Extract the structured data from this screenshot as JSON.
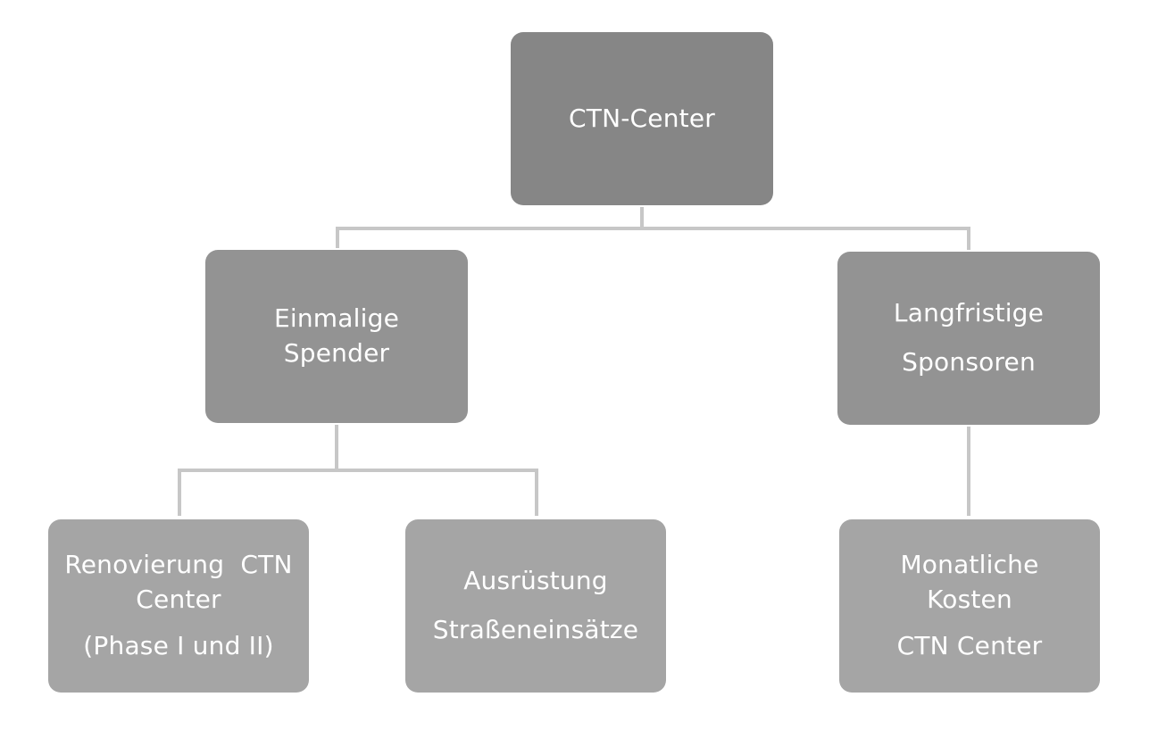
{
  "diagram": {
    "colors": {
      "level1": "#868686",
      "level2": "#939393",
      "level3": "#a5a5a5",
      "connector": "#c7c7c7",
      "text": "#ffffff"
    },
    "nodes": {
      "root": {
        "lines": [
          "CTN-Center"
        ]
      },
      "einmalig": {
        "lines": [
          "Einmalige",
          "Spender"
        ]
      },
      "langfristig": {
        "lines": [
          "Langfristige",
          "Sponsoren"
        ]
      },
      "renovierung": {
        "lines": [
          "Renovierung  CTN",
          "Center",
          "(Phase I und II)"
        ]
      },
      "ausruestung": {
        "lines": [
          "Ausrüstung",
          "Straßeneinsätze"
        ]
      },
      "kosten": {
        "lines": [
          "Monatliche",
          "Kosten",
          "CTN Center"
        ]
      }
    },
    "edges": [
      [
        "root",
        "einmalig"
      ],
      [
        "root",
        "langfristig"
      ],
      [
        "einmalig",
        "renovierung"
      ],
      [
        "einmalig",
        "ausruestung"
      ],
      [
        "langfristig",
        "kosten"
      ]
    ]
  }
}
